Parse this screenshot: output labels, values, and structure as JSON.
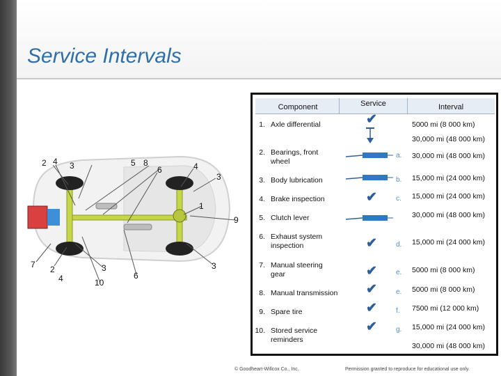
{
  "slide": {
    "title": "Service Intervals"
  },
  "diagram": {
    "callouts": [
      "2",
      "4",
      "3",
      "5",
      "8",
      "6",
      "4",
      "3",
      "1",
      "9",
      "7",
      "2",
      "4",
      "3",
      "10",
      "6",
      "3"
    ]
  },
  "table": {
    "headers": {
      "component": "Component",
      "service": "Service",
      "interval": "Interval"
    },
    "rows": [
      {
        "num": "1.",
        "component": "Axle differential",
        "letter": "",
        "intervals": [
          "5000 mi (8 000 km)",
          "30,000 mi (48 000 km)"
        ]
      },
      {
        "num": "2.",
        "component": "Bearings, front wheel",
        "letter": "a.",
        "intervals": [
          "30,000 mi (48 000 km)"
        ]
      },
      {
        "num": "3.",
        "component": "Body lubrication",
        "letter": "b.",
        "intervals": [
          "15,000 mi (24 000 km)"
        ]
      },
      {
        "num": "4.",
        "component": "Brake inspection",
        "letter": "c.",
        "intervals": [
          "15,000 mi (24 000 km)"
        ]
      },
      {
        "num": "5.",
        "component": "Clutch lever",
        "letter": "",
        "intervals": [
          "30,000 mi (48 000 km)"
        ]
      },
      {
        "num": "6.",
        "component": "Exhaust system inspection",
        "letter": "d.",
        "intervals": [
          "15,000 mi (24 000 km)"
        ]
      },
      {
        "num": "7.",
        "component": "Manual steering gear",
        "letter": "e.",
        "intervals": [
          "5000 mi (8 000 km)"
        ]
      },
      {
        "num": "8.",
        "component": "Manual transmission",
        "letter": "e.",
        "intervals": [
          "5000 mi (8 000 km)"
        ]
      },
      {
        "num": "9.",
        "component": "Spare tire",
        "letter": "f.",
        "intervals": [
          "7500 mi (12 000 km)"
        ]
      },
      {
        "num": "10.",
        "component": "Stored service reminders",
        "letter": "g.",
        "intervals": [
          "15,000 mi (24 000 km)",
          "30,000 mi (48 000 km)"
        ]
      }
    ]
  },
  "footer": {
    "copyright": "© Goodheart-Willcox Co., Inc.",
    "permission": "Permission granted to reproduce for educational use only."
  },
  "colors": {
    "title": "#2f6fa8",
    "check": "#2f5f9a",
    "letter": "#4a90c8"
  }
}
